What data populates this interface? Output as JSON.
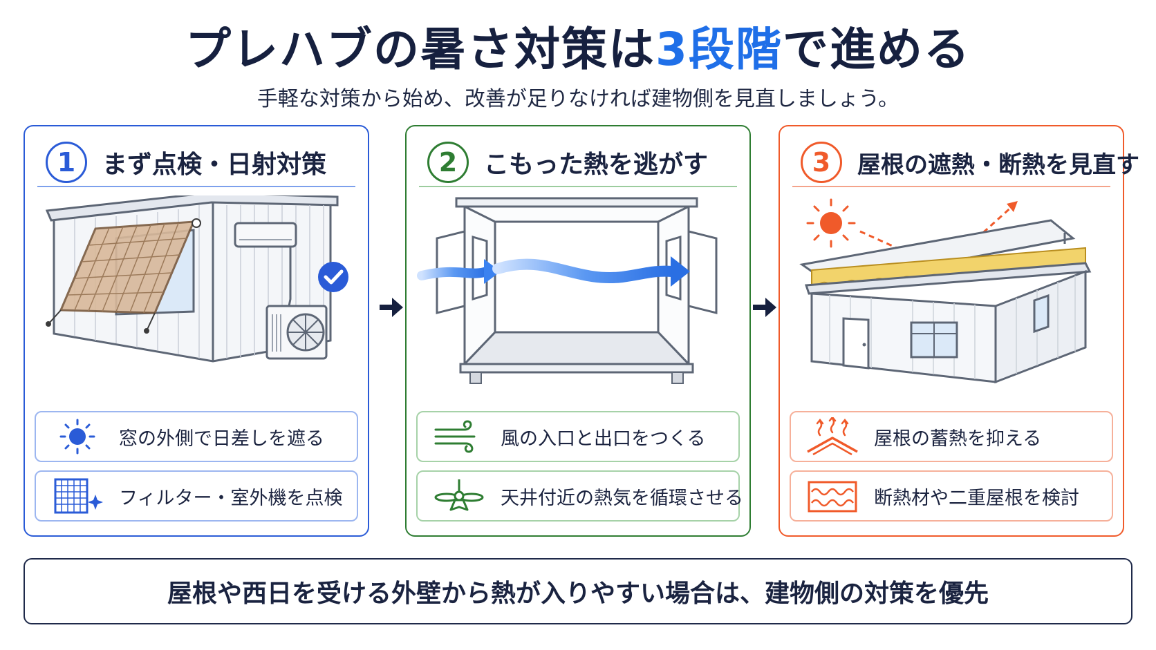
{
  "title": {
    "main": "プレハブの暑さ対策は",
    "highlight": "3段階",
    "tail": "で進める"
  },
  "subtitle": "手軽な対策から始め、改善が足りなければ建物側を見直しましょう。",
  "colors": {
    "blue": "#2a5bd7",
    "green": "#2e7d32",
    "orange": "#f05a2a",
    "navy": "#16203f"
  },
  "steps": [
    {
      "number": "1",
      "title": "まず点検・日射対策",
      "items": [
        {
          "icon": "sun-icon",
          "label": "窓の外側で日差しを遮る"
        },
        {
          "icon": "filter-icon",
          "label": "フィルター・室外機を点検"
        }
      ]
    },
    {
      "number": "2",
      "title": "こもった熱を逃がす",
      "items": [
        {
          "icon": "wind-icon",
          "label": "風の入口と出口をつくる"
        },
        {
          "icon": "ceiling-fan-icon",
          "label": "天井付近の熱気を循環させる"
        }
      ]
    },
    {
      "number": "3",
      "title": "屋根の遮熱・断熱を見直す",
      "items": [
        {
          "icon": "roof-heat-icon",
          "label": "屋根の蓄熱を抑える"
        },
        {
          "icon": "insulation-icon",
          "label": "断熱材や二重屋根を検討"
        }
      ]
    }
  ],
  "bottom_note": "屋根や西日を受ける外壁から熱が入りやすい場合は、建物側の対策を優先"
}
